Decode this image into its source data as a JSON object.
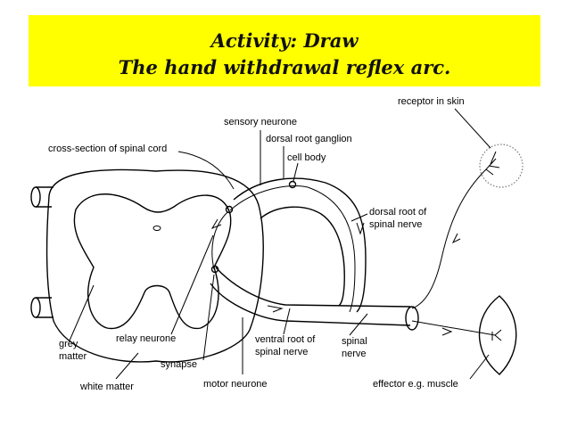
{
  "slide": {
    "title_line1": "Activity: Draw",
    "title_line2": "The hand withdrawal reflex arc.",
    "title_bg_color": "#ffff00"
  },
  "diagram": {
    "labels": {
      "receptor": "receptor in skin",
      "sensory_neurone": "sensory neurone",
      "cross_section": "cross-section of spinal cord",
      "dorsal_root_ganglion": "dorsal root ganglion",
      "cell_body": "cell body",
      "dorsal_root_1": "dorsal root of",
      "dorsal_root_2": "spinal nerve",
      "grey_matter_1": "grey",
      "grey_matter_2": "matter",
      "relay_neurone": "relay neurone",
      "synapse": "synapse",
      "white_matter": "white matter",
      "ventral_root_1": "ventral root of",
      "ventral_root_2": "spinal nerve",
      "motor_neurone": "motor neurone",
      "spinal_nerve_1": "spinal",
      "spinal_nerve_2": "nerve",
      "effector": "effector e.g. muscle"
    }
  }
}
